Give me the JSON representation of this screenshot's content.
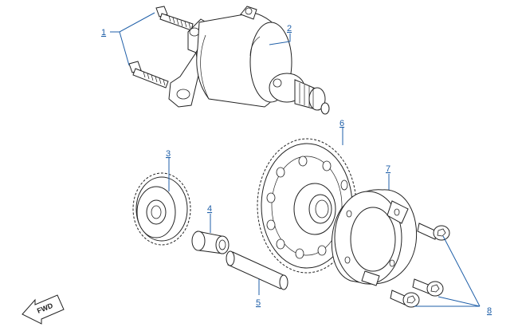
{
  "diagram": {
    "callouts": [
      {
        "id": "1",
        "label": "1"
      },
      {
        "id": "2",
        "label": "2"
      },
      {
        "id": "3",
        "label": "3"
      },
      {
        "id": "4",
        "label": "4"
      },
      {
        "id": "5",
        "label": "5"
      },
      {
        "id": "6",
        "label": "6"
      },
      {
        "id": "7",
        "label": "7"
      },
      {
        "id": "8",
        "label": "8"
      }
    ],
    "fwd_label": "FWD",
    "colors": {
      "callout": "#1f5fa8",
      "outline": "#222222",
      "background": "#ffffff"
    }
  }
}
